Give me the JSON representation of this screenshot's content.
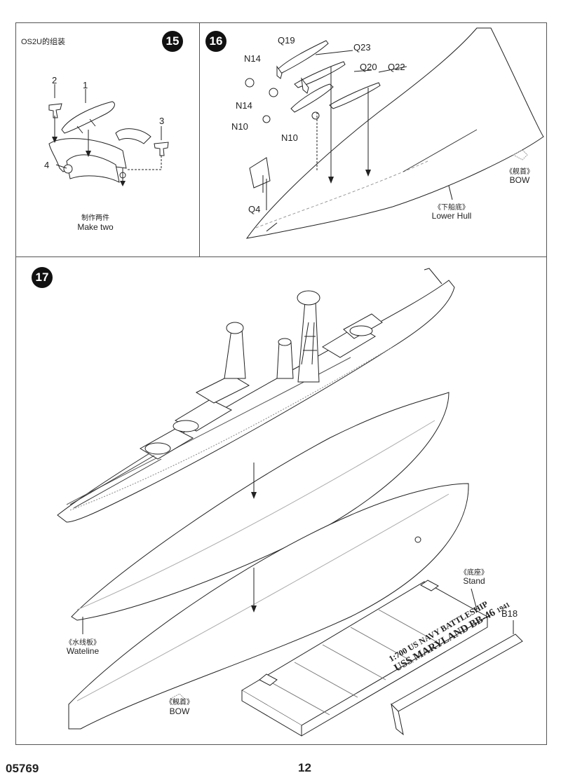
{
  "step15": {
    "number": "15",
    "title": "OS2U的组装",
    "parts": [
      "1",
      "2",
      "3",
      "4"
    ],
    "note_cn": "制作两件",
    "note_en": "Make two"
  },
  "step16": {
    "number": "16",
    "parts": [
      "Q19",
      "Q23",
      "N14",
      "Q20",
      "Q22",
      "N14",
      "N10",
      "N10",
      "Q4"
    ],
    "bow_cn": "《舰首》",
    "bow_en": "BOW",
    "lower_hull_cn": "《下船底》",
    "lower_hull_en": "Lower Hull"
  },
  "step17": {
    "number": "17",
    "stand_cn": "《底座》",
    "stand_en": "Stand",
    "stand_part": "B18",
    "waterline_cn": "《水线板》",
    "waterline_en": "Wateline",
    "bow_cn": "《舰首》",
    "bow_en": "BOW",
    "nameplate_line1": "1:700  US  NAVY  BATTLESHIP",
    "nameplate_line2": "USS MARYLAND BB-46",
    "nameplate_year": "1941"
  },
  "footer": {
    "code": "05769",
    "page": "12"
  }
}
